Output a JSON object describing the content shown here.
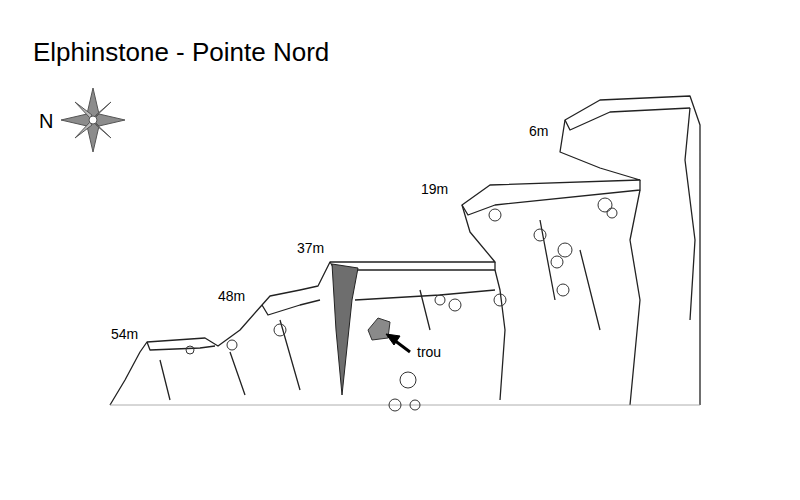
{
  "diagram": {
    "title": "Elphinstone - Pointe Nord",
    "labels": [
      "N",
      "6m",
      "19m",
      "37m",
      "48m",
      "54m",
      "trou"
    ]
  }
}
